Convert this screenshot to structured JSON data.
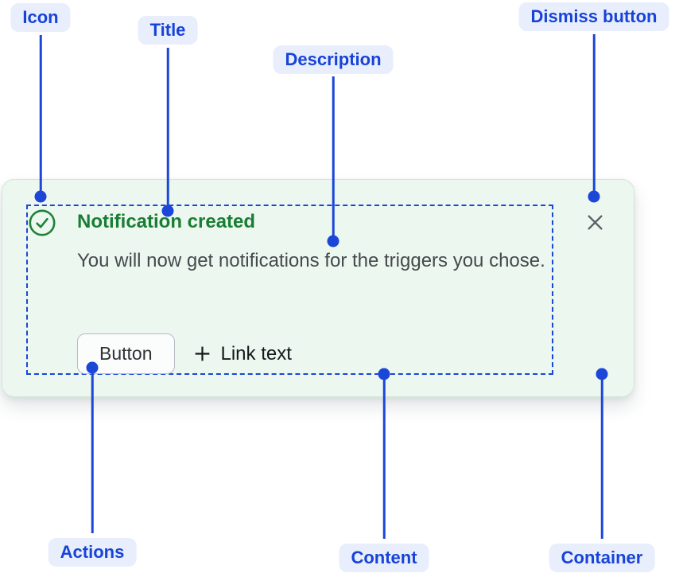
{
  "callouts": {
    "icon": {
      "label": "Icon"
    },
    "title": {
      "label": "Title"
    },
    "description": {
      "label": "Description"
    },
    "dismiss": {
      "label": "Dismiss button"
    },
    "actions": {
      "label": "Actions"
    },
    "content": {
      "label": "Content"
    },
    "container": {
      "label": "Container"
    }
  },
  "toast": {
    "title": "Notification created",
    "description": "You will now get notifications for the triggers you chose.",
    "button_label": "Button",
    "link_label": "Link text",
    "icon_name": "success-check-circle-icon",
    "dismiss_icon_name": "close-x-icon"
  },
  "colors": {
    "callout_blue": "#1b46d8",
    "callout_text_blue": "#1743d8",
    "callout_pill_bg": "#e8eefc",
    "toast_background": "#ecf7f0",
    "toast_border": "#cfe9d8",
    "success_green": "#197d33",
    "description_gray": "#46494d",
    "dismiss_gray": "#5c6066",
    "content_outline_blue": "#1b46d8",
    "button_border": "#b6bcc2",
    "button_background": "#fbfcfc"
  }
}
